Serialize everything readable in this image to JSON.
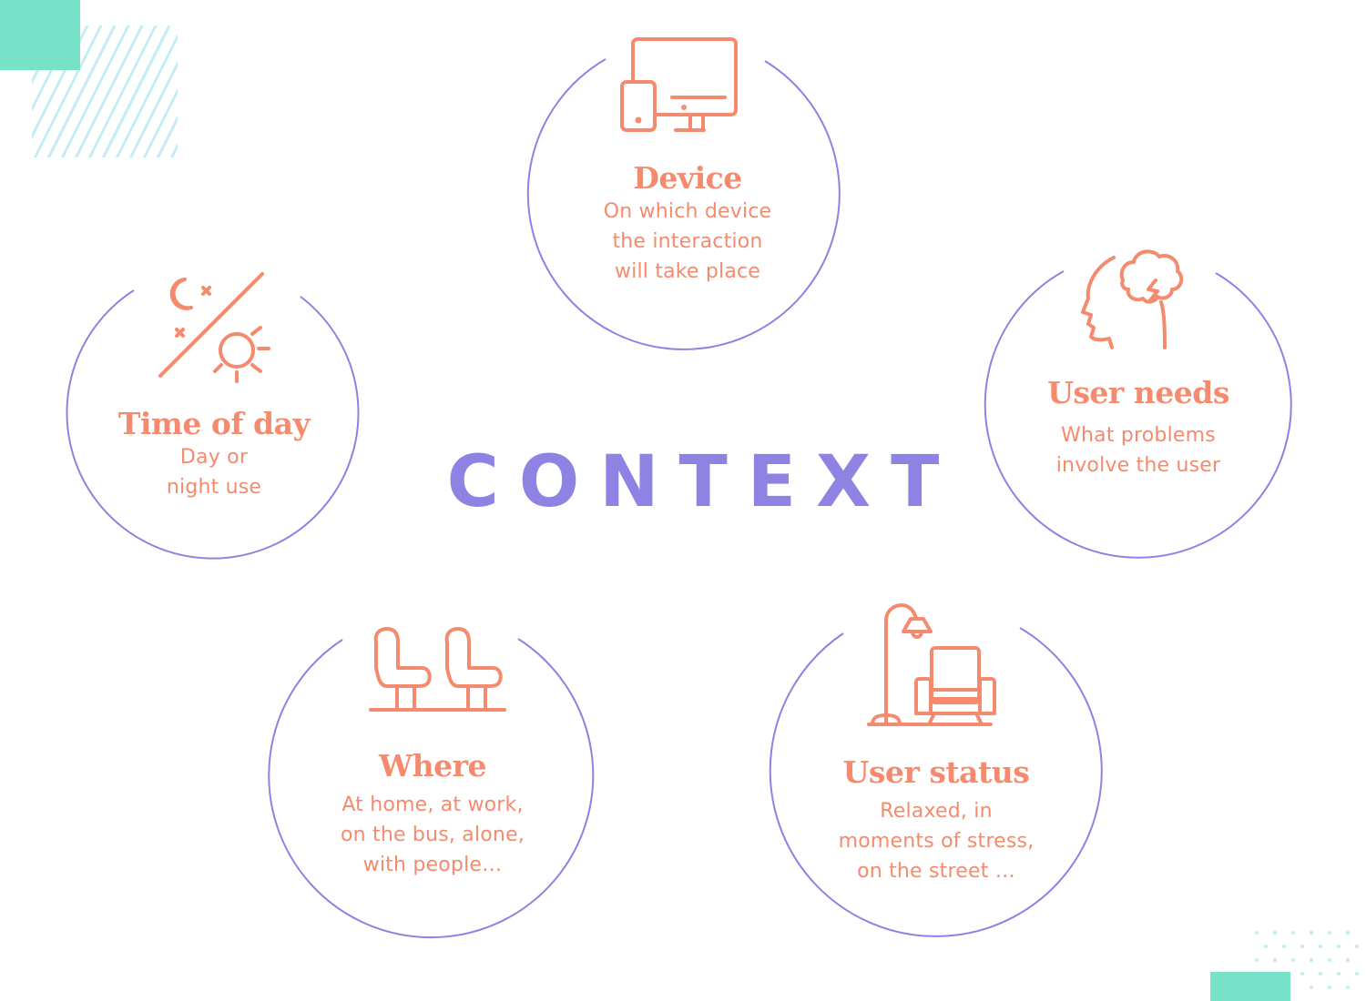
{
  "center_title": "CONTEXT",
  "colors": {
    "accent_orange": "#F58B6E",
    "accent_purple": "#8E82E3",
    "deco_teal": "#77E2C8",
    "deco_light": "#C4EDF3"
  },
  "nodes": {
    "device": {
      "title": "Device",
      "desc": [
        "On which device",
        "the interaction",
        "will take place"
      ],
      "icon": "devices-icon"
    },
    "time_of_day": {
      "title": "Time of day",
      "desc": [
        "Day or",
        "night use"
      ],
      "icon": "day-night-icon"
    },
    "user_needs": {
      "title": "User needs",
      "desc": [
        "What problems",
        "involve the user"
      ],
      "icon": "head-thought-icon"
    },
    "where": {
      "title": "Where",
      "desc": [
        "At home, at work,",
        "on the bus, alone,",
        "with people…"
      ],
      "icon": "seats-icon"
    },
    "user_status": {
      "title": "User status",
      "desc": [
        "Relaxed, in",
        "moments of stress,",
        "on the street …"
      ],
      "icon": "lamp-armchair-icon"
    }
  }
}
